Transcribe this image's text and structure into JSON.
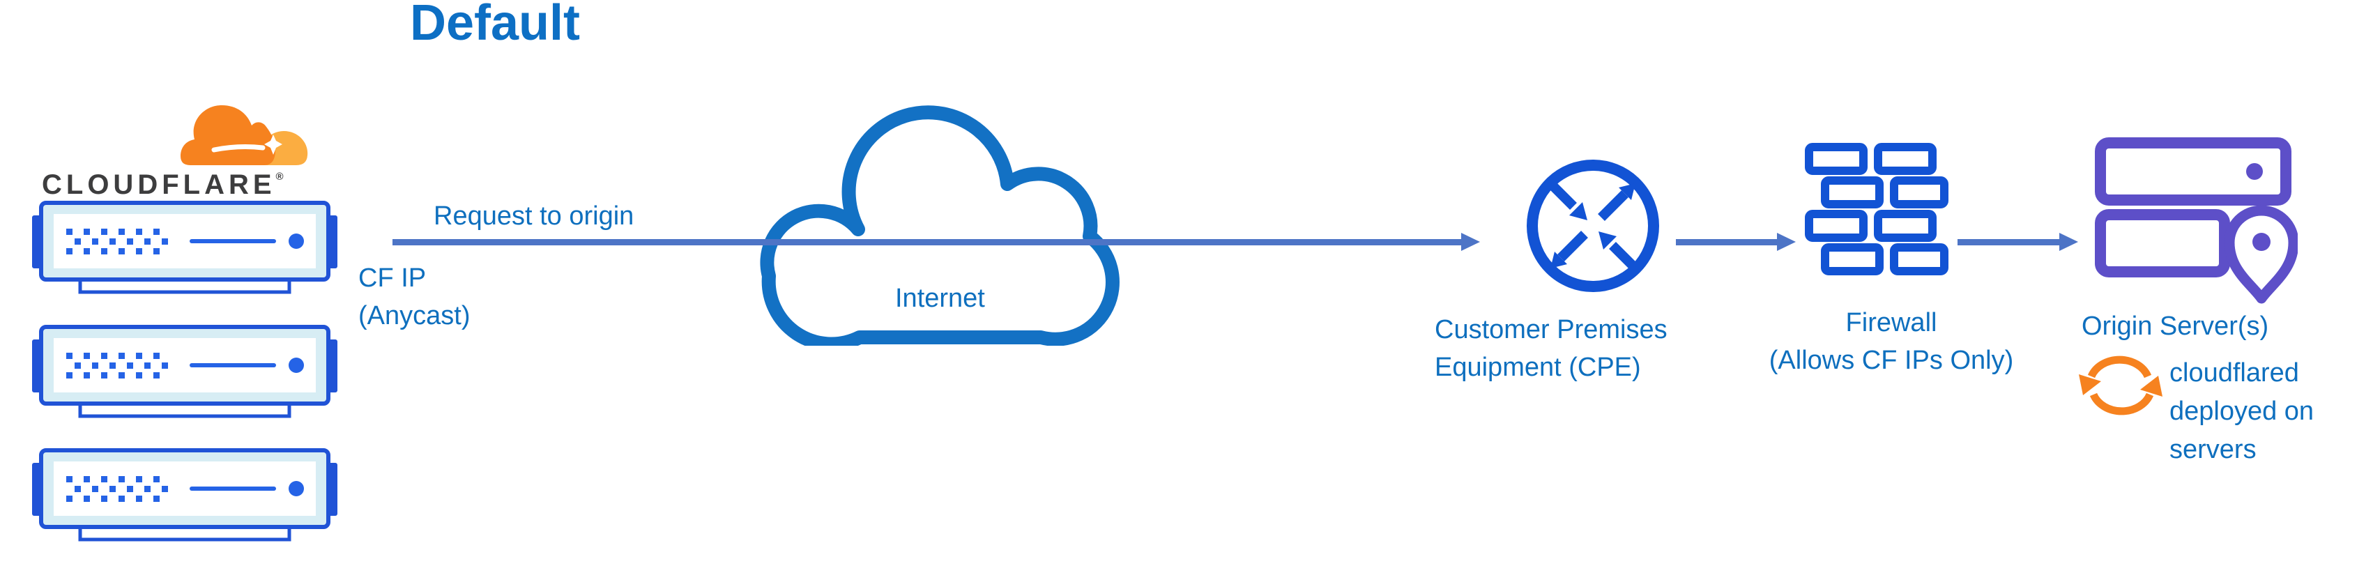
{
  "title": "Default",
  "logo": {
    "wordmark": "CLOUDFLARE",
    "registered": "®"
  },
  "edge_servers": {
    "count": 3
  },
  "flow": {
    "request_label": "Request to origin",
    "cf_ip": [
      "CF IP",
      "(Anycast)"
    ],
    "internet_label": "Internet",
    "cpe_label": [
      "Customer Premises",
      "Equipment (CPE)"
    ],
    "firewall_label": [
      "Firewall",
      "(Allows CF IPs Only)"
    ],
    "origin_label": "Origin Server(s)",
    "cloudflared_note": [
      "cloudflared",
      "deployed on",
      "servers"
    ]
  },
  "icons": {
    "cloudflare-logo-icon": "orange-double-cloud",
    "edge-server-icon": "server-rack-unit",
    "internet-cloud-icon": "cloud-outline",
    "flow-arrow-icon": "right-arrow",
    "cpe-icon": "router-crossed-arrows-circle",
    "firewall-icon": "brick-wall",
    "origin-servers-icon": "server-racks-with-location-pin",
    "cloudflared-sync-icon": "sync-circular-arrows"
  },
  "colors": {
    "text_blue": "#0e6fbe",
    "title_blue": "#0d6fc4",
    "line_blue": "#4d74c6",
    "icon_blue": "#1253d4",
    "stack_blue": "#2053d6",
    "stack_fill": "#d7edf4",
    "dot_blue": "#2563e6",
    "cloud_blue": "#1371c4",
    "purple": "#5d4fc8",
    "orange": "#f6821f",
    "orange_light": "#fbad41",
    "wordmark_dark": "#3d3d3e",
    "background": "#ffffff"
  }
}
